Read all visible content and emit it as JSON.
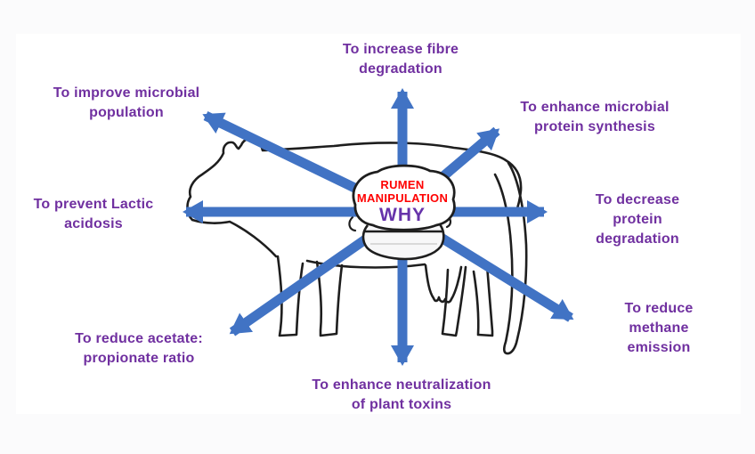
{
  "diagram": {
    "center": {
      "heading_line1": "RUMEN",
      "heading_line2": "MANIPULATION",
      "question": "WHY"
    },
    "labels": [
      {
        "id": "increase-fibre-degradation",
        "text": "To increase fibre\ndegradation"
      },
      {
        "id": "improve-microbial-population",
        "text": "To improve microbial\npopulation"
      },
      {
        "id": "enhance-microbial-protein-synthesis",
        "text": "To enhance microbial\nprotein synthesis"
      },
      {
        "id": "prevent-lactic-acidosis",
        "text": "To prevent Lactic\nacidosis"
      },
      {
        "id": "decrease-protein-degradation",
        "text": "To decrease protein\ndegradation"
      },
      {
        "id": "reduce-acetate-propionate-ratio",
        "text": "To reduce acetate:\npropionate ratio"
      },
      {
        "id": "reduce-methane-emission",
        "text": "To reduce methane\nemission"
      },
      {
        "id": "enhance-neutralization-plant-toxins",
        "text": "To enhance neutralization\nof plant toxins"
      }
    ],
    "colors": {
      "arrow_blue": "#4173C4",
      "label_purple": "#7030A0",
      "heading_red": "#FF0000",
      "why_purple": "#6633AA",
      "outline_black": "#1e1e1e"
    }
  }
}
